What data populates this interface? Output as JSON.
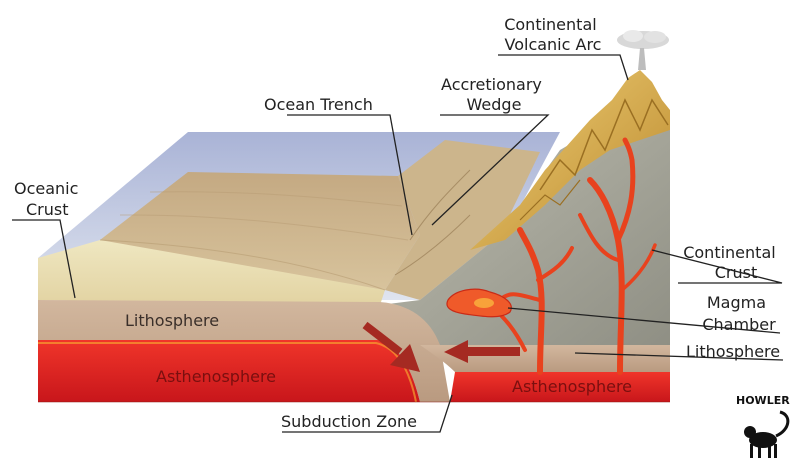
{
  "labels": {
    "continental_volcanic_arc": [
      "Continental",
      "Volcanic Arc"
    ],
    "accretionary_wedge": [
      "Accretionary",
      "Wedge"
    ],
    "ocean_trench": "Ocean Trench",
    "oceanic_crust": [
      "Oceanic",
      "Crust"
    ],
    "continental_crust": [
      "Continental",
      "Crust"
    ],
    "magma_chamber": [
      "Magma",
      "Chamber"
    ],
    "lithosphere_right": "Lithosphere",
    "lithosphere_left": "Lithosphere",
    "asthenosphere_left": "Asthenosphere",
    "asthenosphere_right": "Asthenosphere",
    "subduction_zone": "Subduction Zone"
  },
  "logo": {
    "text": "HOWLER"
  },
  "colors": {
    "water": "#c9d2e6",
    "oceanic_crust": "#cdb68d",
    "sand_layer": "#efe6bd",
    "continent": "#a6a69a",
    "mountains": "#d6a83a",
    "magma": "#e8421e",
    "asthenosphere": "#e0261f",
    "lithosphere": "#c7a98f",
    "arrow": "#a52a22"
  }
}
